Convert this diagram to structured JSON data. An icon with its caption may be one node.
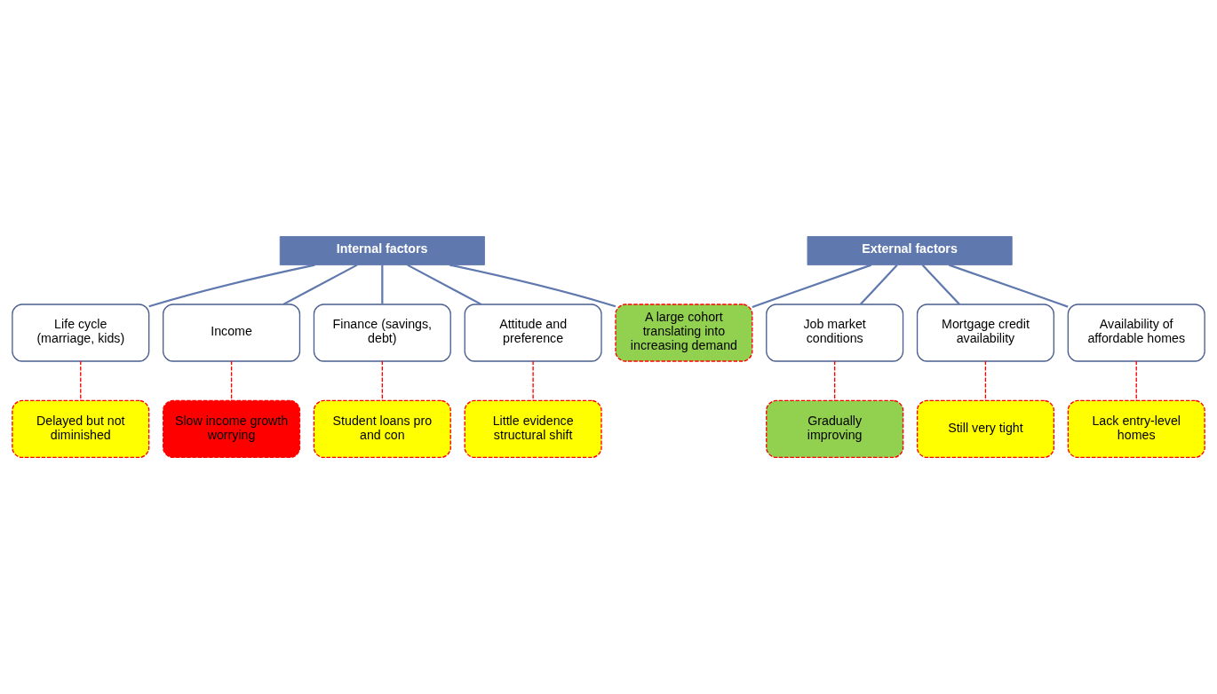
{
  "diagram": {
    "nodes": [
      {
        "text": [
          "Internal factors"
        ]
      },
      {
        "text": [
          "External factors"
        ]
      },
      {
        "text": [
          "Delayed but not diminished"
        ]
      },
      {
        "text": [
          "Life cycle (marriage, kids)"
        ]
      },
      {
        "text": [
          "Job market conditions"
        ]
      },
      {
        "text": [
          "Gradually improving"
        ]
      },
      {
        "text": [
          "Slow income growth worrying"
        ]
      },
      {
        "text": [
          "Income"
        ]
      },
      {
        "text": [
          "Mortgage credit availability"
        ]
      },
      {
        "text": [
          "Still very tight"
        ]
      },
      {
        "text": [
          "Student loans pro and con"
        ]
      },
      {
        "text": [
          "Finance (savings, debt)"
        ]
      },
      {
        "text": [
          "Little evidence structural shift"
        ]
      },
      {
        "text": [
          "Attitude and preference"
        ]
      },
      {
        "text": [
          "Availability of affordable homes"
        ]
      },
      {
        "text": [
          "Lack entry-level homes"
        ]
      },
      {
        "text": [
          "A large cohort translating into increasing demand"
        ]
      }
    ],
    "edges": [
      {
        "from": 0,
        "to": 3,
        "arrow": "none"
      },
      {
        "from": 0,
        "to": 7,
        "arrow": "none"
      },
      {
        "from": 0,
        "to": 11,
        "arrow": "none"
      },
      {
        "from": 0,
        "to": 13,
        "arrow": "none"
      },
      {
        "from": 0,
        "to": 16,
        "arrow": "none"
      },
      {
        "from": 1,
        "to": 4,
        "arrow": "none"
      },
      {
        "from": 1,
        "to": 8,
        "arrow": "none"
      },
      {
        "from": 1,
        "to": 14,
        "arrow": "none"
      },
      {
        "from": 1,
        "to": 16,
        "arrow": "none"
      },
      {
        "from": 3,
        "to": 2,
        "arrow": "none",
        "style": "dashed",
        "color": "#ff0000"
      },
      {
        "from": 7,
        "to": 6,
        "arrow": "none",
        "style": "dashed",
        "color": "#ff0000"
      },
      {
        "from": 11,
        "to": 10,
        "arrow": "none",
        "style": "dashed",
        "color": "#ff0000"
      },
      {
        "from": 13,
        "to": 12,
        "arrow": "none",
        "style": "dashed",
        "color": "#ff0000"
      },
      {
        "from": 4,
        "to": 5,
        "arrow": "none",
        "style": "dashed",
        "color": "#ff0000"
      },
      {
        "from": 8,
        "to": 9,
        "arrow": "none",
        "style": "dashed",
        "color": "#ff0000"
      },
      {
        "from": 14,
        "to": 15,
        "arrow": "none",
        "style": "dashed",
        "color": "#ff0000"
      }
    ]
  }
}
